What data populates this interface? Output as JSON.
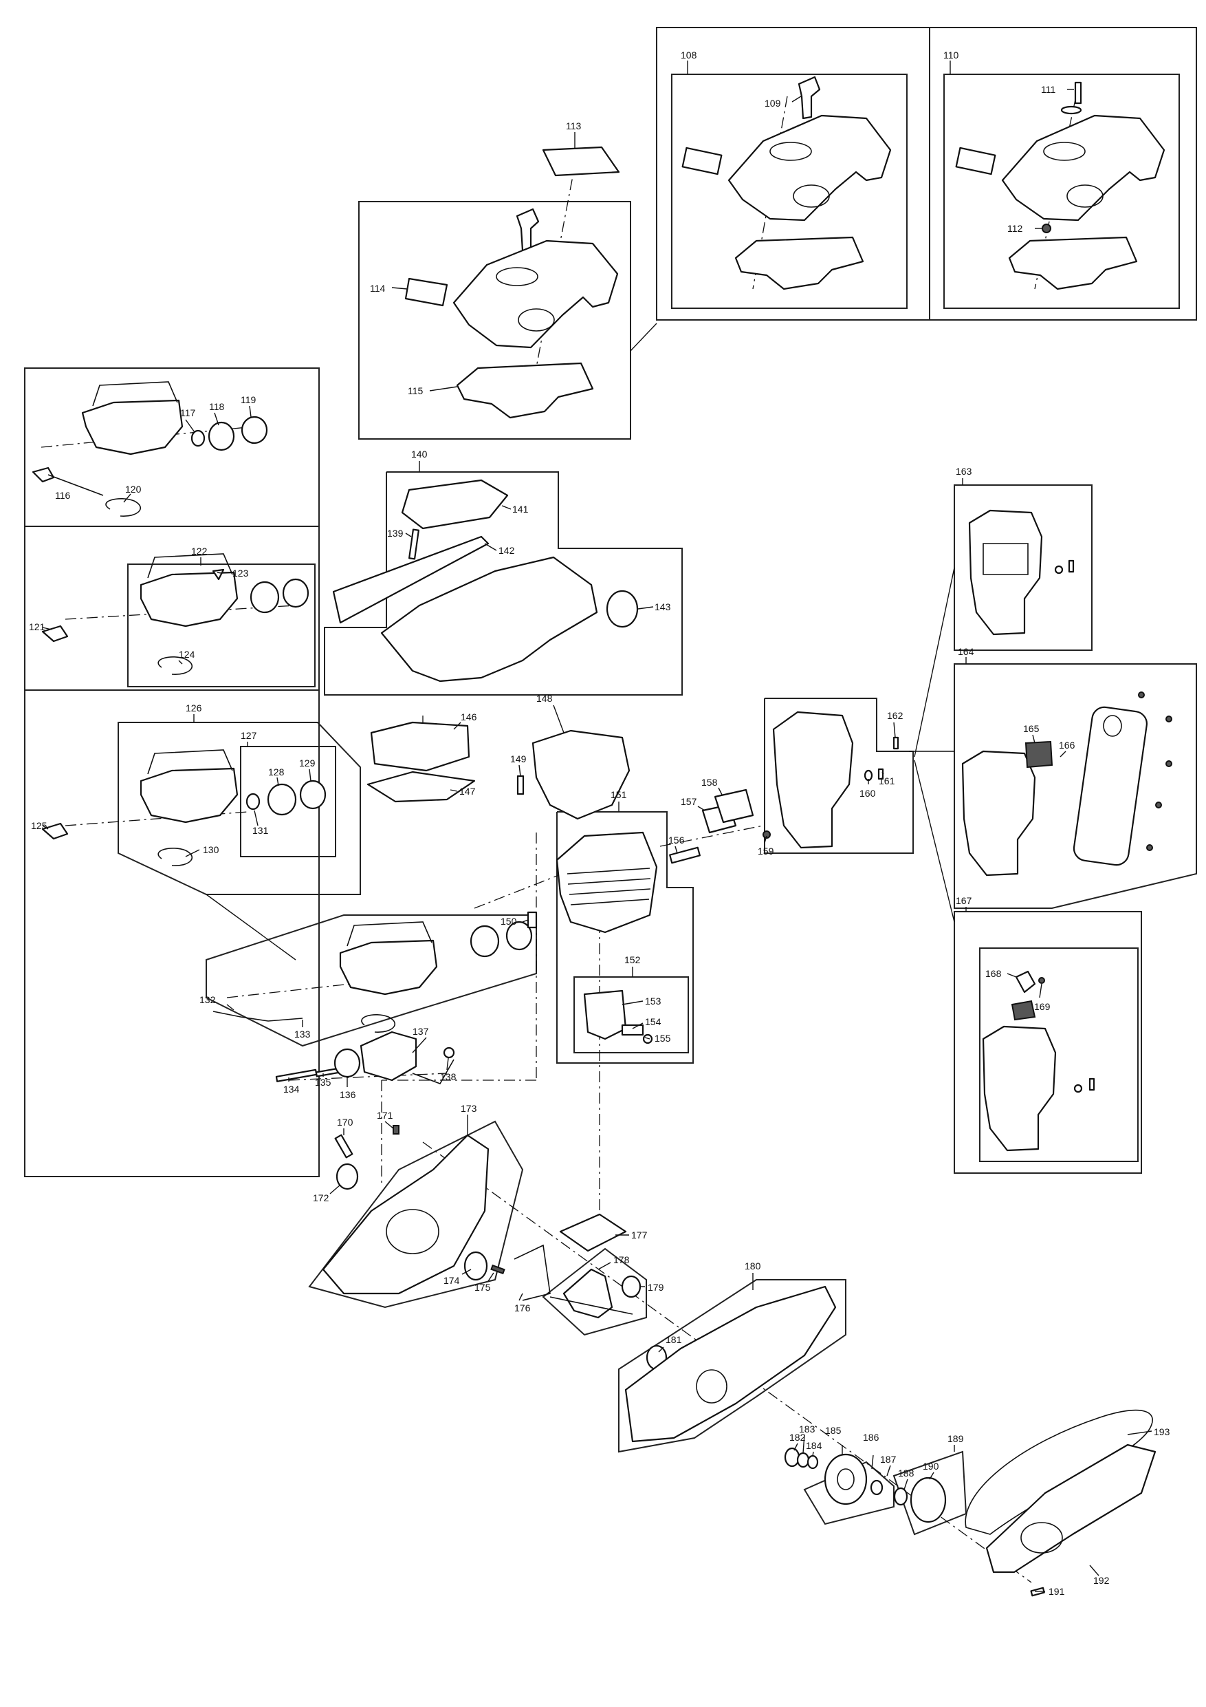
{
  "labels": {
    "p108": "108",
    "p109": "109",
    "p110": "110",
    "p111": "111",
    "p112": "112",
    "p113": "113",
    "p114": "114",
    "p115": "115",
    "p116": "116",
    "p117": "117",
    "p118": "118",
    "p119": "119",
    "p120": "120",
    "p121": "121",
    "p122": "122",
    "p123": "123",
    "p124": "124",
    "p125": "125",
    "p126": "126",
    "p127": "127",
    "p128": "128",
    "p129": "129",
    "p130": "130",
    "p131": "131",
    "p132": "132",
    "p133": "133",
    "p134": "134",
    "p135": "135",
    "p136": "136",
    "p137": "137",
    "p138": "138",
    "p139": "139",
    "p140": "140",
    "p141": "141",
    "p142": "142",
    "p143": "143",
    "p146": "146",
    "p147": "147",
    "p148": "148",
    "p149": "149",
    "p150": "150",
    "p151": "151",
    "p152": "152",
    "p153": "153",
    "p154": "154",
    "p155": "155",
    "p156": "156",
    "p157": "157",
    "p158": "158",
    "p159": "159",
    "p160": "160",
    "p161": "161",
    "p162": "162",
    "p163": "163",
    "p164": "164",
    "p165": "165",
    "p166": "166",
    "p167": "167",
    "p168": "168",
    "p169": "169",
    "p170": "170",
    "p171": "171",
    "p172": "172",
    "p173": "173",
    "p174": "174",
    "p175": "175",
    "p176": "176",
    "p177": "177",
    "p178": "178",
    "p179": "179",
    "p180": "180",
    "p181": "181",
    "p182": "182",
    "p183": "183",
    "p184": "184",
    "p185": "185",
    "p186": "186",
    "p187": "187",
    "p188": "188",
    "p189": "189",
    "p190": "190",
    "p191": "191",
    "p192": "192",
    "p193": "193"
  }
}
